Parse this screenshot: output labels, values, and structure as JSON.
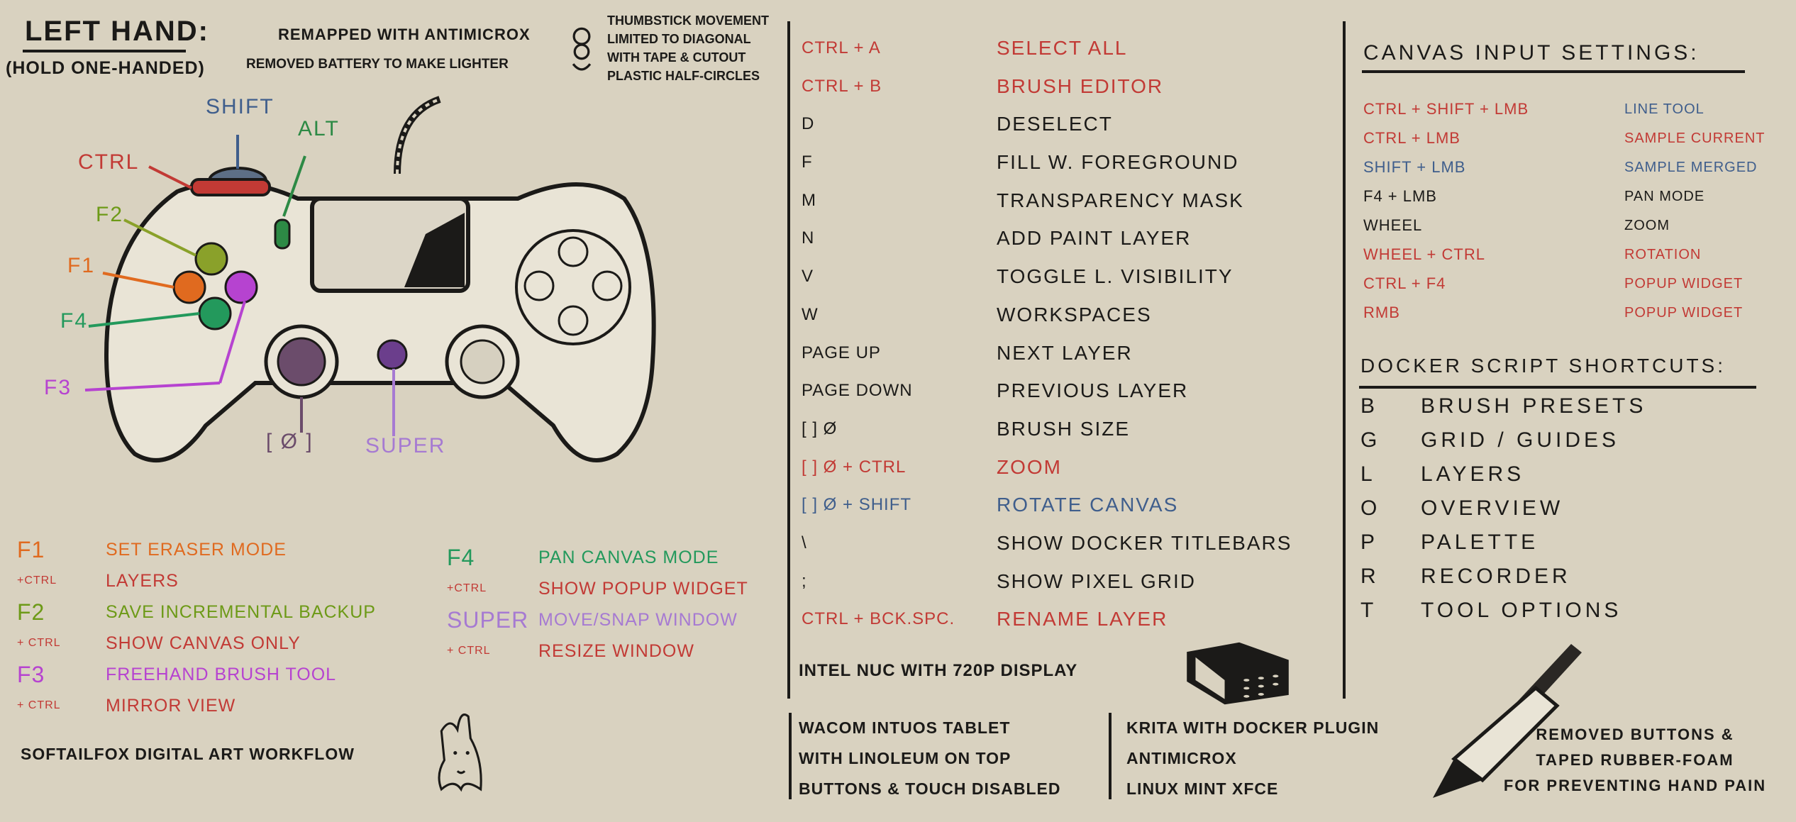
{
  "colors": {
    "red": "#c23a35",
    "blue": "#3f5e8c",
    "black": "#1b1a18",
    "orange": "#e06a1f",
    "green": "#23995c",
    "olive": "#6d9a17",
    "purple": "#b643d0",
    "lavender": "#a67ad2"
  },
  "header": {
    "title": "Left hand:",
    "subtitle": "(Hold one-handed)",
    "remapped": "Remapped with AntiMicroX",
    "battery": "Removed battery to make lighter",
    "thumbstick": [
      "Thumbstick movement",
      "limited to diagonal",
      "with tape & cutout",
      "plastic half-circles"
    ]
  },
  "controller_labels": {
    "shift": "Shift",
    "alt": "Alt",
    "ctrl": "Ctrl",
    "f2": "F2",
    "f1": "F1",
    "f4": "F4",
    "f3": "F3",
    "stick": "[ Ø ]",
    "super": "Super"
  },
  "left_bindings": [
    {
      "key": "F1",
      "action": "Set eraser mode",
      "color": "orange"
    },
    {
      "key": "+ctrl",
      "action": "Layers",
      "color": "red",
      "small": true
    },
    {
      "key": "F2",
      "action": "Save incremental backup",
      "color": "olive"
    },
    {
      "key": "+ ctrl",
      "action": "Show canvas only",
      "color": "red",
      "small": true
    },
    {
      "key": "F3",
      "action": "Freehand brush tool",
      "color": "purple"
    },
    {
      "key": "+ ctrl",
      "action": "Mirror view",
      "color": "red",
      "small": true
    }
  ],
  "right_bindings": [
    {
      "key": "F4",
      "action": "Pan canvas mode",
      "color": "green"
    },
    {
      "key": "+ctrl",
      "action": "Show popup widget",
      "color": "red",
      "small": true
    },
    {
      "key": "Super",
      "action": "Move/snap window",
      "color": "lavender"
    },
    {
      "key": "+ ctrl",
      "action": "Resize window",
      "color": "red",
      "small": true
    }
  ],
  "footer": {
    "credit": "SoftailFox digital art workflow"
  },
  "shortcuts": [
    {
      "key": "Ctrl + A",
      "action": "Select all",
      "color": "red"
    },
    {
      "key": "Ctrl + B",
      "action": "Brush editor",
      "color": "red"
    },
    {
      "key": "D",
      "action": "Deselect",
      "color": "black"
    },
    {
      "key": "F",
      "action": "Fill w. foreground",
      "color": "black"
    },
    {
      "key": "M",
      "action": "Transparency mask",
      "color": "black"
    },
    {
      "key": "N",
      "action": "Add paint layer",
      "color": "black"
    },
    {
      "key": "V",
      "action": "Toggle L. visibility",
      "color": "black"
    },
    {
      "key": "W",
      "action": "Workspaces",
      "color": "black"
    },
    {
      "key": "Page up",
      "action": "Next layer",
      "color": "black"
    },
    {
      "key": "Page down",
      "action": "Previous layer",
      "color": "black"
    },
    {
      "key": "[ ] Ø",
      "action": "Brush size",
      "color": "black"
    },
    {
      "key": "[ ] Ø + ctrl",
      "action": "Zoom",
      "color": "red"
    },
    {
      "key": "[ ] Ø + shift",
      "action": "Rotate canvas",
      "color": "blue"
    },
    {
      "key": "\\",
      "action": "Show docker titlebars",
      "color": "black"
    },
    {
      "key": ";",
      "action": "Show pixel grid",
      "color": "black"
    },
    {
      "key": "Ctrl + Bck.spc.",
      "action": "Rename layer",
      "color": "red"
    }
  ],
  "hardware": {
    "nuc": "Intel NUC with 720p display",
    "tablet": [
      "Wacom Intuos tablet",
      "with linoleum on top",
      "Buttons & touch disabled"
    ],
    "software": [
      "Krita with docker plugin",
      "AntiMicroX",
      "Linux Mint XFCE"
    ],
    "pen": [
      "Removed buttons &",
      "taped rubber-foam",
      "for preventing hand pain"
    ]
  },
  "canvas_input": {
    "title": "Canvas input settings:",
    "rows": [
      {
        "key": "Ctrl + Shift + LMB",
        "action": "Line tool",
        "color": "blue",
        "keycolor": "red"
      },
      {
        "key": "Ctrl + LMB",
        "action": "Sample current",
        "color": "red"
      },
      {
        "key": "Shift + LMB",
        "action": "Sample merged",
        "color": "blue"
      },
      {
        "key": "F4 + LMB",
        "action": "Pan mode",
        "color": "black"
      },
      {
        "key": "Wheel",
        "action": "Zoom",
        "color": "black"
      },
      {
        "key": "Wheel + Ctrl",
        "action": "Rotation",
        "color": "red"
      },
      {
        "key": "Ctrl + F4",
        "action": "Popup widget",
        "color": "red"
      },
      {
        "key": "RMB",
        "action": "Popup widget",
        "color": "red"
      }
    ]
  },
  "docker": {
    "title": "Docker script shortcuts:",
    "rows": [
      {
        "key": "B",
        "action": "Brush presets",
        "color": "black"
      },
      {
        "key": "G",
        "action": "Grid / guides",
        "color": "black"
      },
      {
        "key": "L",
        "action": "Layers",
        "color": "black"
      },
      {
        "key": "O",
        "action": "Overview",
        "color": "black"
      },
      {
        "key": "P",
        "action": "Palette",
        "color": "black"
      },
      {
        "key": "R",
        "action": "Recorder",
        "color": "black"
      },
      {
        "key": "T",
        "action": "Tool options",
        "color": "black"
      }
    ]
  }
}
